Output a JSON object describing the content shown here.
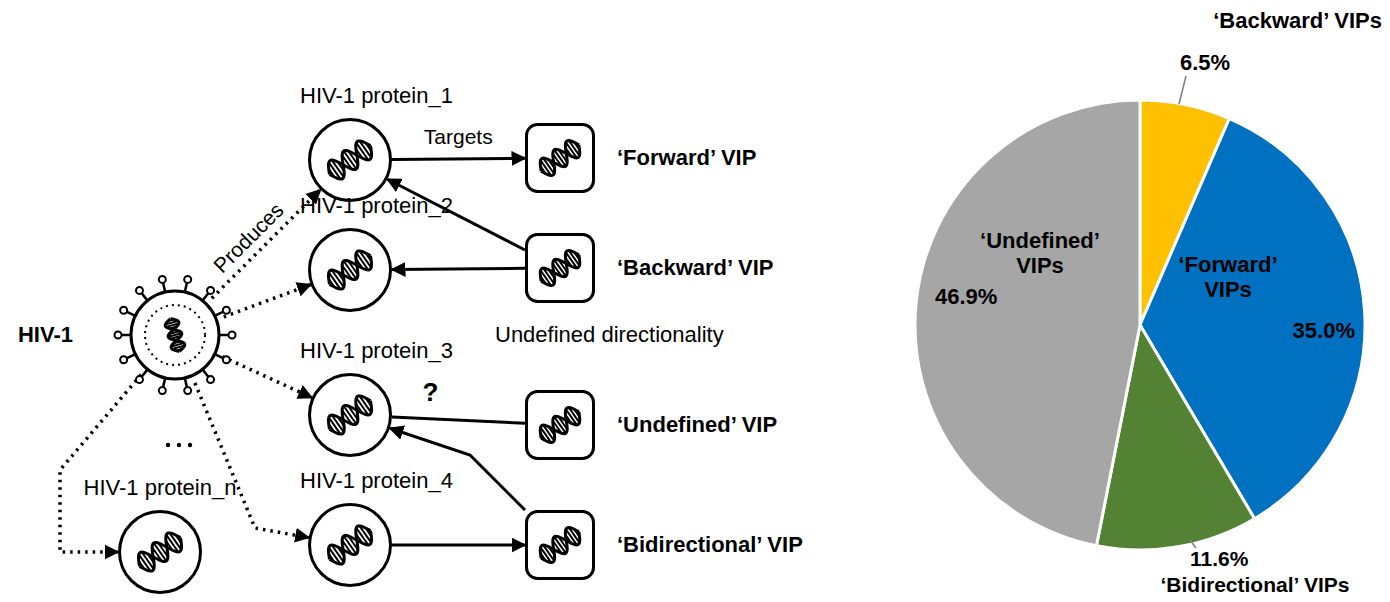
{
  "diagram": {
    "nodes": [
      {
        "text": [
          "HIV-1 protein_1"
        ]
      },
      {
        "text": [
          "‘Forward’ VIP"
        ]
      },
      {
        "text": [
          "HIV-1 protein_2"
        ]
      },
      {
        "text": [
          "‘Backward’ VIP"
        ]
      },
      {
        "text": [
          "HIV-1"
        ]
      },
      {
        "text": [
          "HIV-1 protein_3"
        ]
      },
      {
        "text": [
          "‘Undefined’ VIP"
        ]
      },
      {
        "text": [
          "HIV-1 protein_n"
        ]
      },
      {
        "text": [
          "HIV-1 protein_4"
        ]
      },
      {
        "text": [
          "‘Bidirectional’ VIP"
        ]
      }
    ],
    "edges": [
      {
        "from": 4,
        "to": 0,
        "label": "Produces",
        "arrow": "to"
      },
      {
        "from": 4,
        "to": 2,
        "arrow": "to"
      },
      {
        "from": 4,
        "to": 5,
        "arrow": "to"
      },
      {
        "from": 4,
        "to": 8,
        "arrow": "to"
      },
      {
        "from": 4,
        "to": 7,
        "arrow": "to"
      },
      {
        "from": 0,
        "to": 1,
        "label": "Targets",
        "arrow": "to"
      },
      {
        "from": 3,
        "to": 0,
        "arrow": "to"
      },
      {
        "from": 3,
        "to": 2,
        "arrow": "to"
      },
      {
        "from": 5,
        "to": 6,
        "label": "?",
        "arrow": "none"
      },
      {
        "from": 9,
        "to": 5,
        "arrow": "to"
      },
      {
        "from": 8,
        "to": 9,
        "arrow": "to"
      }
    ],
    "labels": [
      "Undefined directionality",
      "‘Backward’ VIPs",
      "6.5%",
      "‘Forward’ VIPs",
      "35.0%",
      "‘Undefined’ VIPs",
      "46.9%",
      "11.6%",
      "‘Bidirectional’ VIPs"
    ]
  }
}
